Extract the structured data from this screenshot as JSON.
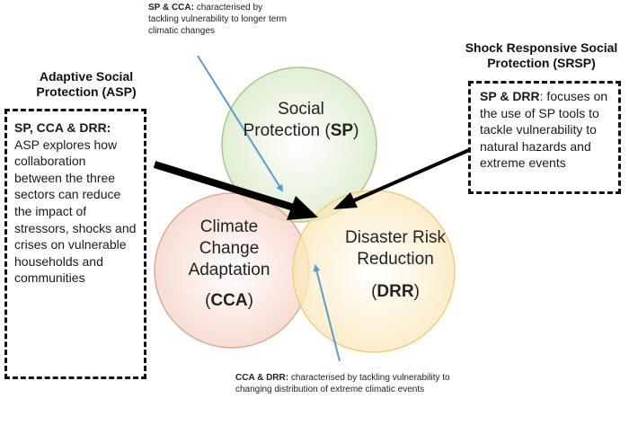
{
  "sp_cca_note": {
    "lead": "SP & CCA:",
    "text": " characterised by tackling vulnerability to longer term climatic changes"
  },
  "cca_drr_note": {
    "lead": "CCA & DRR:",
    "text": " characterised by tackling vulnerability to changing distribution of extreme climatic events"
  },
  "asp": {
    "heading": "Adaptive Social Protection (ASP)",
    "lead": "SP, CCA & DRR:",
    "text": " ASP explores how collaboration between the three sectors can reduce the impact of stressors, shocks and crises on vulnerable households and communities"
  },
  "srsp": {
    "heading": "Shock Responsive Social Protection (SRSP)",
    "lead": "SP & DRR",
    "text": ": focuses on the use of SP tools to tackle vulnerability to natural hazards and extreme events"
  },
  "circles": {
    "sp": {
      "line1": "Social",
      "line2": "Protection (",
      "abbr": "SP",
      "close": ")",
      "fill": "#e3f0d6",
      "stroke": "#a9c98b"
    },
    "cca": {
      "line1": "Climate",
      "line2": "Change",
      "line3": "Adaptation",
      "open": "(",
      "abbr": "CCA",
      "close": ")",
      "fill": "#f7ddd3",
      "stroke": "#e2a893"
    },
    "drr": {
      "line1": "Disaster Risk",
      "line2": "Reduction",
      "open": "(",
      "abbr": "DRR",
      "close": ")",
      "fill": "#fbeecb",
      "stroke": "#f1ce79"
    }
  },
  "colors": {
    "arrow_black": "#000000",
    "arrow_blue": "#5b9bd5"
  }
}
